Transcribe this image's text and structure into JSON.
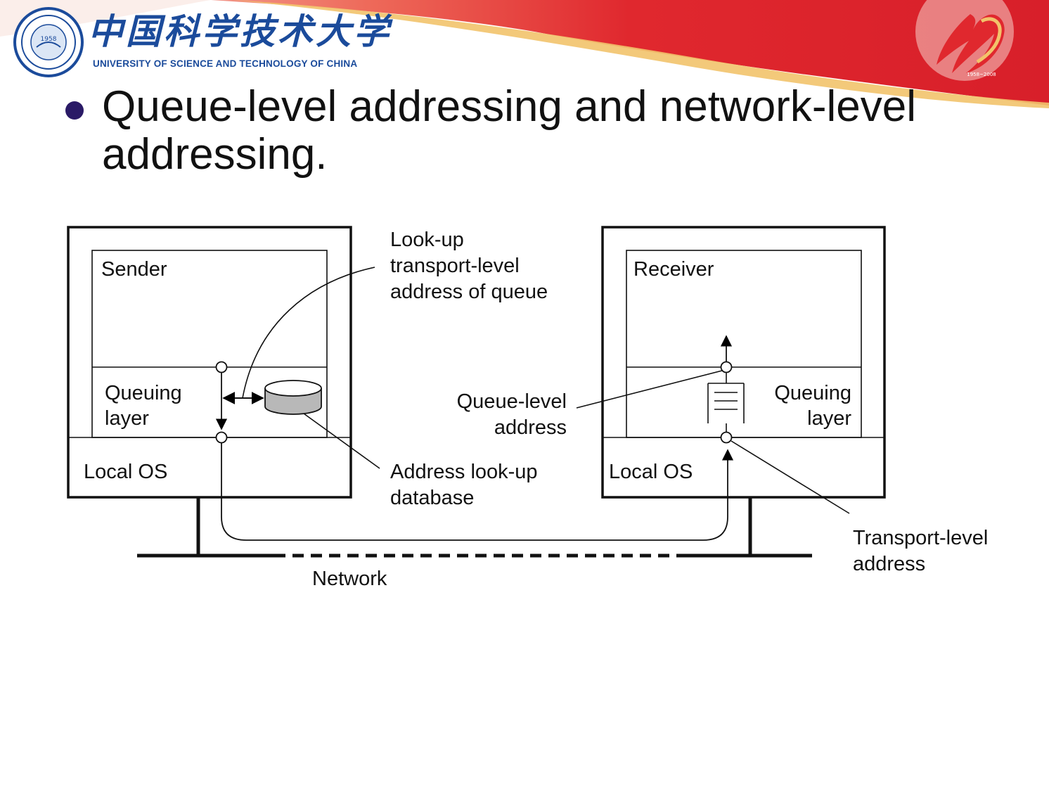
{
  "header": {
    "university_cn": "中国科学技术大学",
    "university_en": "UNIVERSITY OF SCIENCE AND TECHNOLOGY OF CHINA",
    "seal_year": "1958",
    "anniversary_years": "1958~2008",
    "colors": {
      "banner_red": "#e0282e",
      "banner_gold": "#f2c36b",
      "logo_blue": "#1b4b9b"
    }
  },
  "slide": {
    "bullet": "Queue-level addressing and network-level addressing."
  },
  "diagram": {
    "sender": {
      "app_label": "Sender",
      "layer_label": [
        "Queuing",
        "layer"
      ],
      "os_label": "Local OS"
    },
    "receiver": {
      "app_label": "Receiver",
      "layer_label": [
        "Queuing",
        "layer"
      ],
      "os_label": "Local OS"
    },
    "callouts": {
      "lookup": [
        "Look-up",
        "transport-level",
        "address of queue"
      ],
      "database": [
        "Address look-up",
        "database"
      ],
      "queue_level": [
        "Queue-level",
        "address"
      ],
      "transport_level": [
        "Transport-level",
        "address"
      ]
    },
    "network_label": "Network"
  }
}
